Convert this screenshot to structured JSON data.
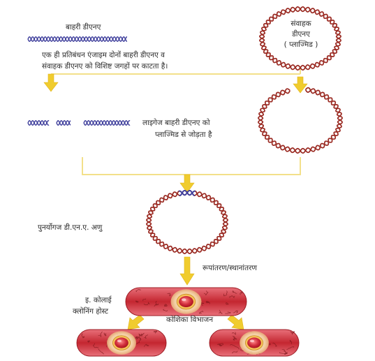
{
  "labels": {
    "foreign_dna": "बाहरी डीएनए",
    "vector_dna_line1": "संवाहक",
    "vector_dna_line2": "डीएनए",
    "vector_dna_line3": "( प्लाज्मिड )",
    "step1_line1": "एक ही प्रतिबंधन एंजाइम दोनों बाहरी डीएनए व",
    "step1_line2": "संवाहक डीएनए को विशिष्ट जगहों पर काटता है।",
    "step2_line1": "लाइगेज बाहरी डीएनए को",
    "step2_line2": "प्लाज्मिड से जोड़ता है",
    "recombinant": "पुनर्योगज डी.एन.ए. अणु",
    "transformation": "रूपांतरण/स्थानांतरण",
    "host_line1": "इ. कोलाई",
    "host_line2": "क्लोनिंग होस्ट",
    "cell_division": "कोशिका विभाजन"
  },
  "colors": {
    "foreign_dna": "#3f3f9c",
    "plasmid": "#9a2a22",
    "connector": "#f3e08a",
    "arrow": "#f0cc2e",
    "cell": "#c8323a",
    "nucleus": "#d12e3c"
  }
}
